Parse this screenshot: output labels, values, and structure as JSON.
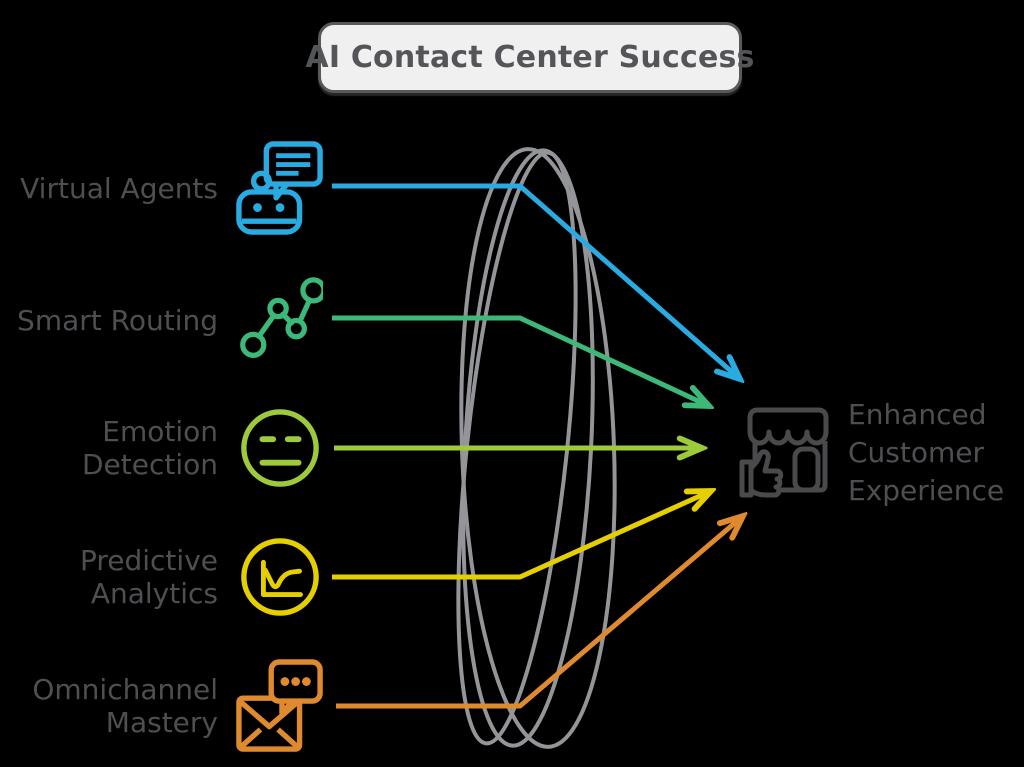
{
  "title": {
    "label": "AI Contact Center Success"
  },
  "nodes": [
    {
      "id": "virtual-agents",
      "lines": [
        "Virtual Agents"
      ],
      "color": "#29ABE2",
      "icon": "robot-chat-icon"
    },
    {
      "id": "smart-routing",
      "lines": [
        "Smart Routing"
      ],
      "color": "#3CB878",
      "icon": "route-nodes-icon"
    },
    {
      "id": "emotion-detection",
      "lines": [
        "Emotion",
        "Detection"
      ],
      "color": "#9DCA3B",
      "icon": "neutral-face-icon"
    },
    {
      "id": "predictive-analytics",
      "lines": [
        "Predictive",
        "Analytics"
      ],
      "color": "#E5CF00",
      "icon": "line-chart-circle-icon"
    },
    {
      "id": "omnichannel-mastery",
      "lines": [
        "Omnichannel",
        "Mastery"
      ],
      "color": "#E08A2F",
      "icon": "chat-envelope-icon"
    }
  ],
  "result": {
    "lines": [
      "Enhanced",
      "Customer",
      "Experience"
    ],
    "icon": "storefront-thumbs-up-icon",
    "icon_color": "#4A4A4C"
  },
  "colors": {
    "background": "#000000",
    "label_text": "#4E4F52",
    "title_text": "#545559",
    "title_background": "#F0F0F0",
    "title_border": "#58595B",
    "funnel_rings": "#939598"
  }
}
